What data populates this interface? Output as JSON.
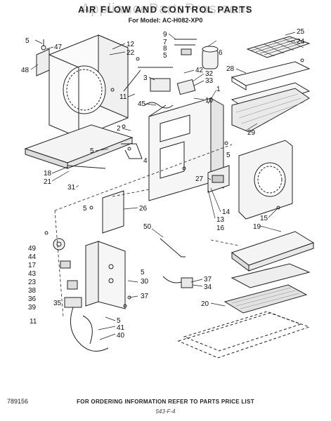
{
  "header": {
    "title": "AIR FLOW AND CONTROL PARTS",
    "model": "For Model: AC-H082-XP0",
    "watermark": "AppliancePartsPros.com"
  },
  "footer": {
    "code": "789156",
    "ordering_note": "FOR ORDERING INFORMATION REFER TO PARTS PRICE LIST",
    "signature": "543-F-4"
  },
  "callouts": [
    {
      "label": "5"
    },
    {
      "label": "47"
    },
    {
      "label": "48"
    },
    {
      "label": "12"
    },
    {
      "label": "22"
    },
    {
      "label": "9"
    },
    {
      "label": "7"
    },
    {
      "label": "8"
    },
    {
      "label": "5"
    },
    {
      "label": "6"
    },
    {
      "label": "25"
    },
    {
      "label": "24"
    },
    {
      "label": "28"
    },
    {
      "label": "42"
    },
    {
      "label": "3"
    },
    {
      "label": "32"
    },
    {
      "label": "33"
    },
    {
      "label": "11"
    },
    {
      "label": "10"
    },
    {
      "label": "45"
    },
    {
      "label": "1"
    },
    {
      "label": "2"
    },
    {
      "label": "5"
    },
    {
      "label": "4"
    },
    {
      "label": "5"
    },
    {
      "label": "29"
    },
    {
      "label": "18"
    },
    {
      "label": "21"
    },
    {
      "label": "27"
    },
    {
      "label": "31"
    },
    {
      "label": "5"
    },
    {
      "label": "26"
    },
    {
      "label": "14"
    },
    {
      "label": "13"
    },
    {
      "label": "16"
    },
    {
      "label": "15"
    },
    {
      "label": "19"
    },
    {
      "label": "50"
    },
    {
      "label": "49"
    },
    {
      "label": "44"
    },
    {
      "label": "17"
    },
    {
      "label": "43"
    },
    {
      "label": "23"
    },
    {
      "label": "38"
    },
    {
      "label": "36"
    },
    {
      "label": "39"
    },
    {
      "label": "35"
    },
    {
      "label": "5"
    },
    {
      "label": "30"
    },
    {
      "label": "37"
    },
    {
      "label": "37"
    },
    {
      "label": "34"
    },
    {
      "label": "20"
    },
    {
      "label": "11"
    },
    {
      "label": "5"
    },
    {
      "label": "41"
    },
    {
      "label": "40"
    }
  ]
}
